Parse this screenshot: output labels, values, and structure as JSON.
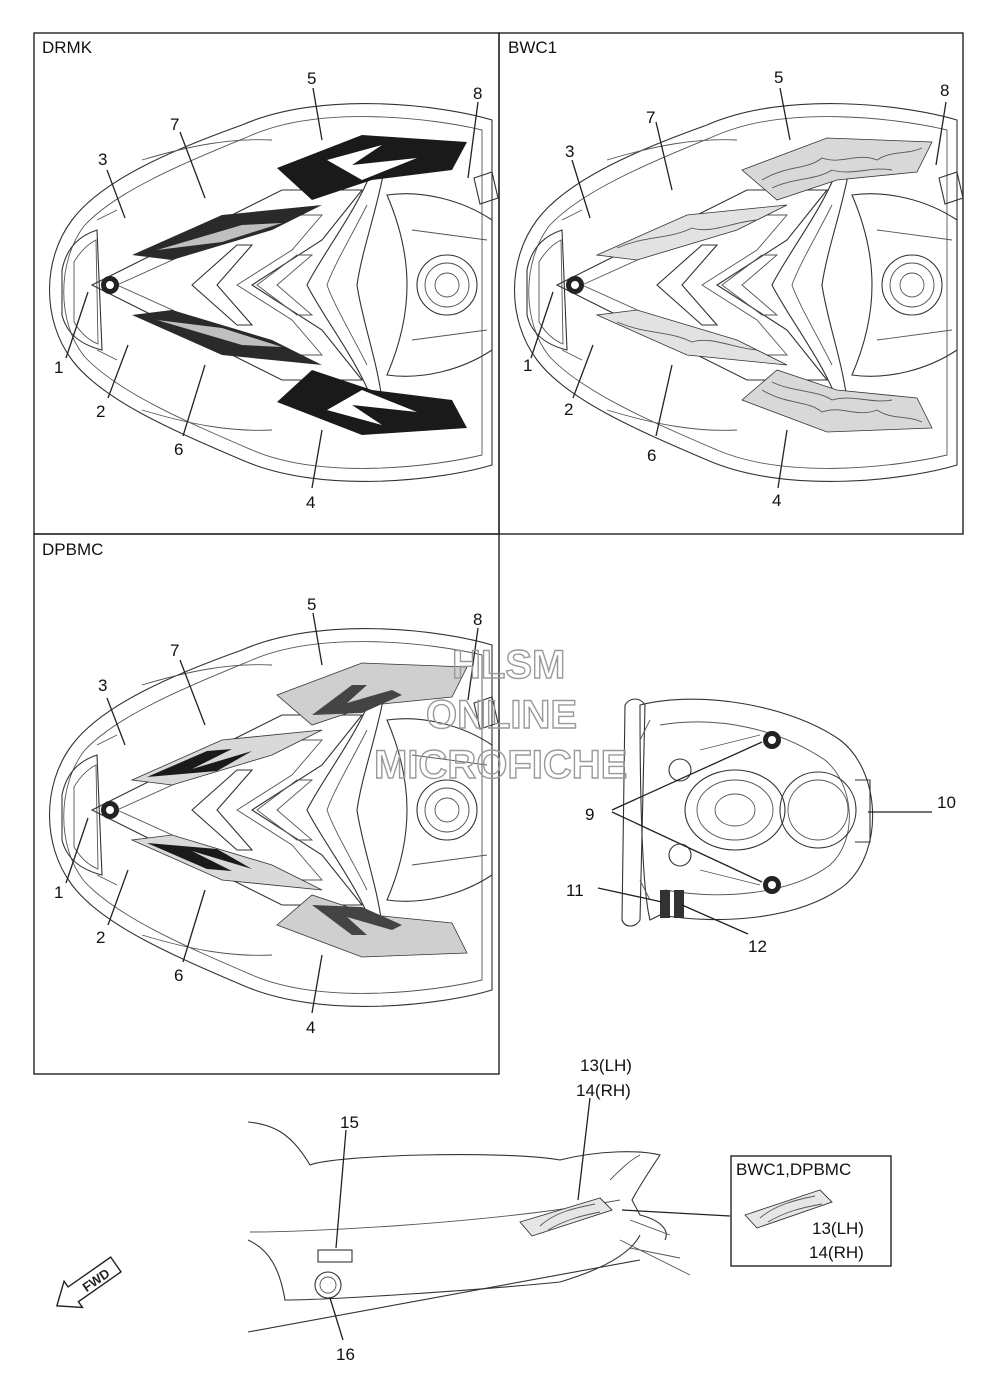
{
  "panels": [
    {
      "title": "DRMK",
      "style": "solid",
      "callouts": [
        {
          "label": "1"
        },
        {
          "label": "2"
        },
        {
          "label": "3"
        },
        {
          "label": "4"
        },
        {
          "label": "5"
        },
        {
          "label": "6"
        },
        {
          "label": "7"
        },
        {
          "label": "8"
        }
      ]
    },
    {
      "title": "BWC1",
      "style": "flame",
      "callouts": [
        {
          "label": "1"
        },
        {
          "label": "2"
        },
        {
          "label": "3"
        },
        {
          "label": "4"
        },
        {
          "label": "5"
        },
        {
          "label": "6"
        },
        {
          "label": "7"
        },
        {
          "label": "8"
        }
      ]
    },
    {
      "title": "DPBMC",
      "style": "pattern",
      "callouts": [
        {
          "label": "1"
        },
        {
          "label": "2"
        },
        {
          "label": "3"
        },
        {
          "label": "4"
        },
        {
          "label": "5"
        },
        {
          "label": "6"
        },
        {
          "label": "7"
        },
        {
          "label": "8"
        }
      ]
    }
  ],
  "deck": {
    "callouts": [
      {
        "label": "9"
      },
      {
        "label": "10"
      },
      {
        "label": "11"
      },
      {
        "label": "12"
      }
    ]
  },
  "side": {
    "label_13": "13(LH)",
    "label_14": "14(RH)",
    "label_15": "15",
    "label_16": "16",
    "inset_title": "BWC1,DPBMC",
    "inset_13": "13(LH)",
    "inset_14": "14(RH)",
    "fwd": "FWD"
  },
  "watermark": {
    "line1": "HLSM",
    "line2": "ONLINE",
    "line3": "MICROFICHE"
  }
}
